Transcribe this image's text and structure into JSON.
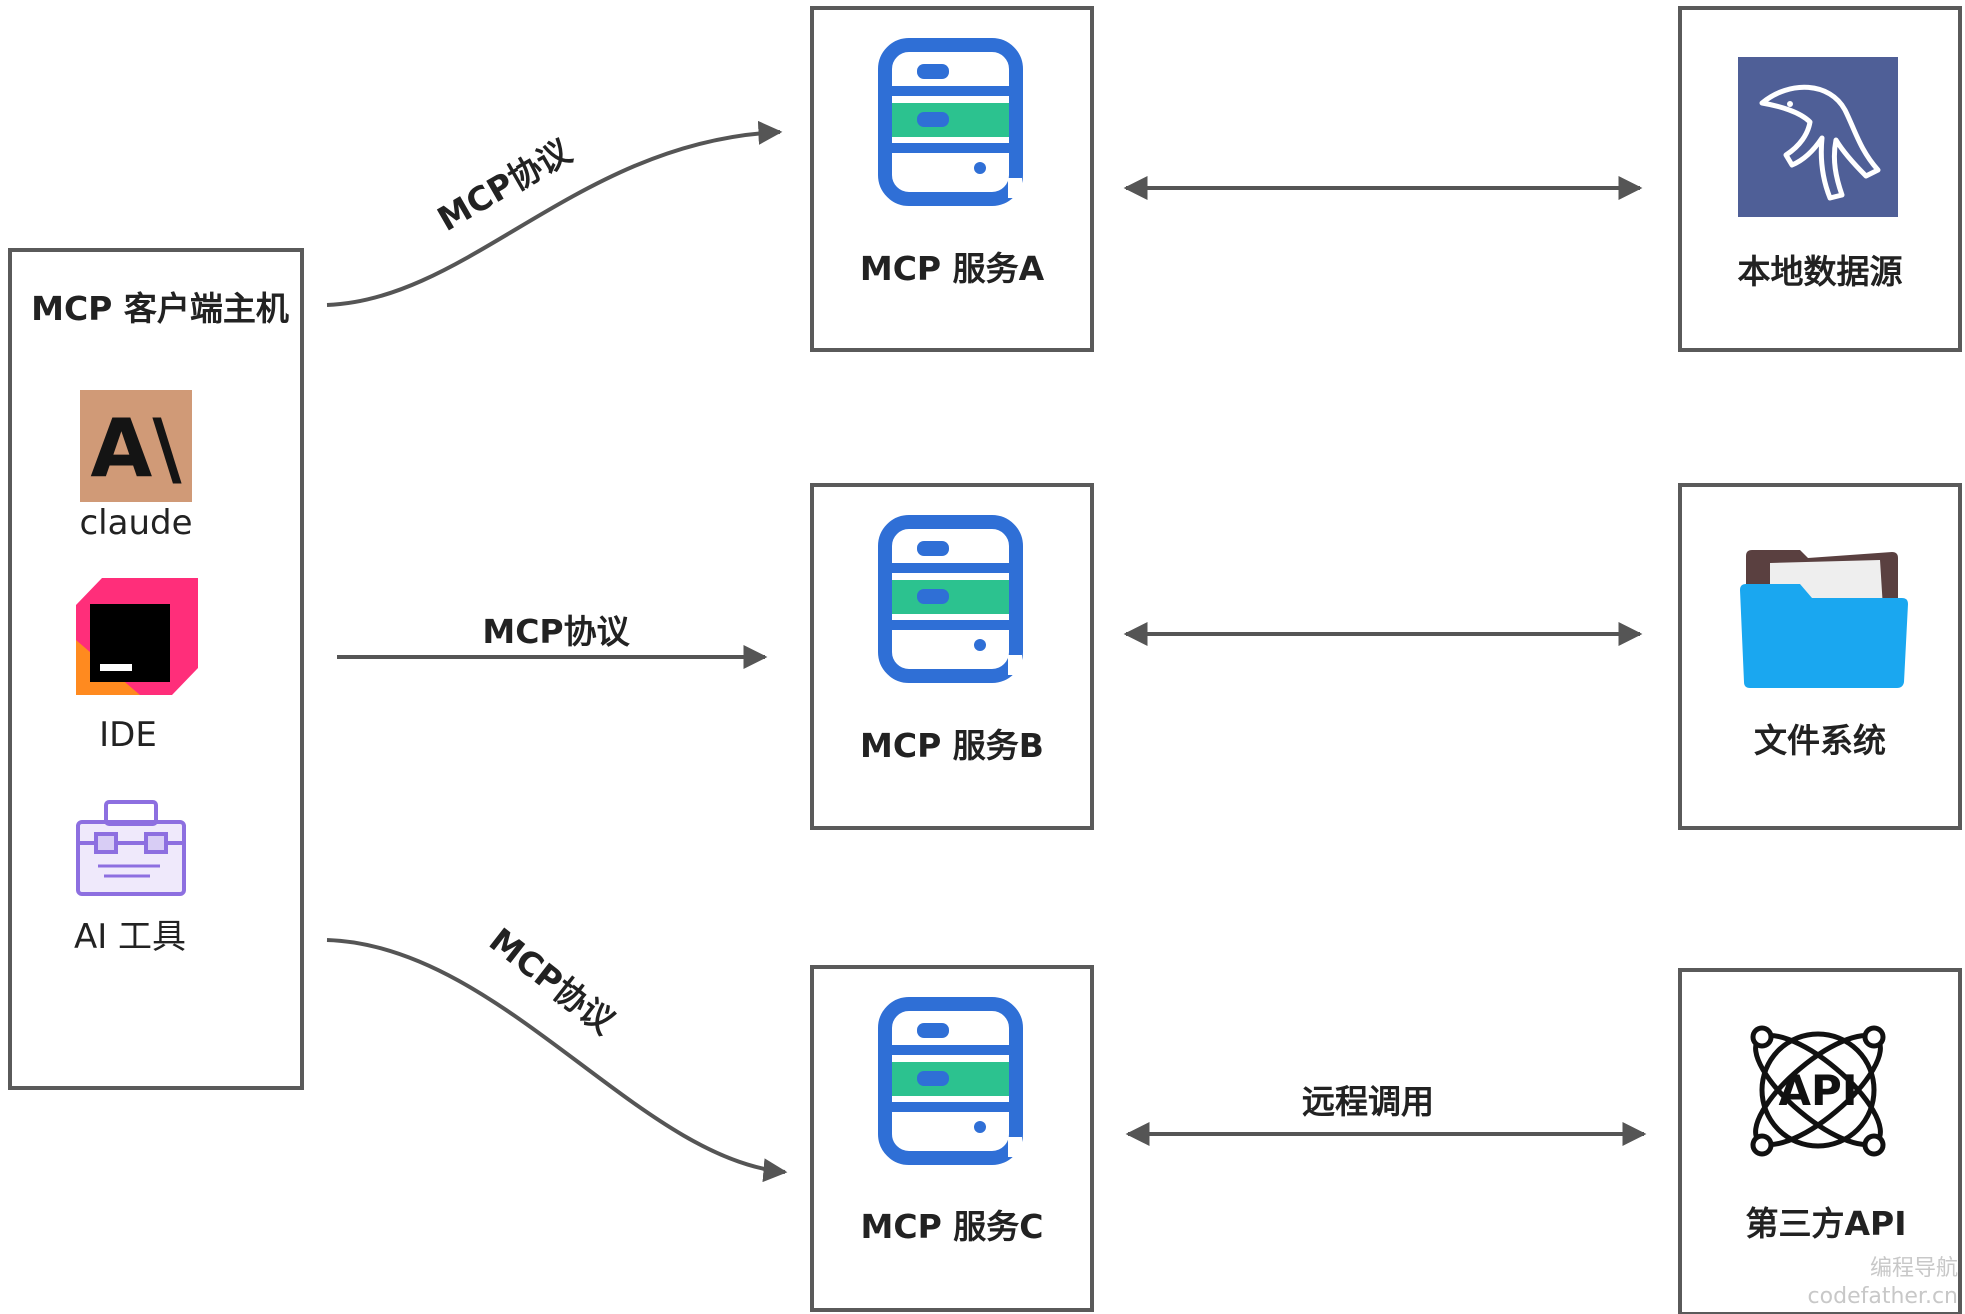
{
  "client_host": {
    "title": "MCP 客户端主机",
    "apps": [
      {
        "label": "claude",
        "icon": "anthropic-logo-icon",
        "logo_text": "A\\"
      },
      {
        "label": "IDE",
        "icon": "jetbrains-ide-icon"
      },
      {
        "label": "AI 工具",
        "icon": "toolbox-icon"
      }
    ]
  },
  "protocol_labels": [
    "MCP协议",
    "MCP协议",
    "MCP协议"
  ],
  "servers": [
    {
      "label": "MCP 服务A",
      "icon": "server-icon"
    },
    {
      "label": "MCP 服务B",
      "icon": "server-icon"
    },
    {
      "label": "MCP 服务C",
      "icon": "server-icon"
    }
  ],
  "resources": [
    {
      "label": "本地数据源",
      "icon": "mysql-dolphin-icon"
    },
    {
      "label": "文件系统",
      "icon": "folder-icon"
    },
    {
      "label": "第三方API",
      "icon": "api-icon",
      "icon_text": "API"
    }
  ],
  "remote_call_label": "远程调用",
  "watermark": {
    "line1": "编程导航",
    "line2": "codefather.cn"
  },
  "colors": {
    "server_blue": "#2f6fd6",
    "server_green": "#2cc28f",
    "mysql_bg": "#4f5f97",
    "folder_blue": "#1aa7f0",
    "claude_bg": "#d09a77",
    "toolbox_purple": "#8d6fe0"
  }
}
